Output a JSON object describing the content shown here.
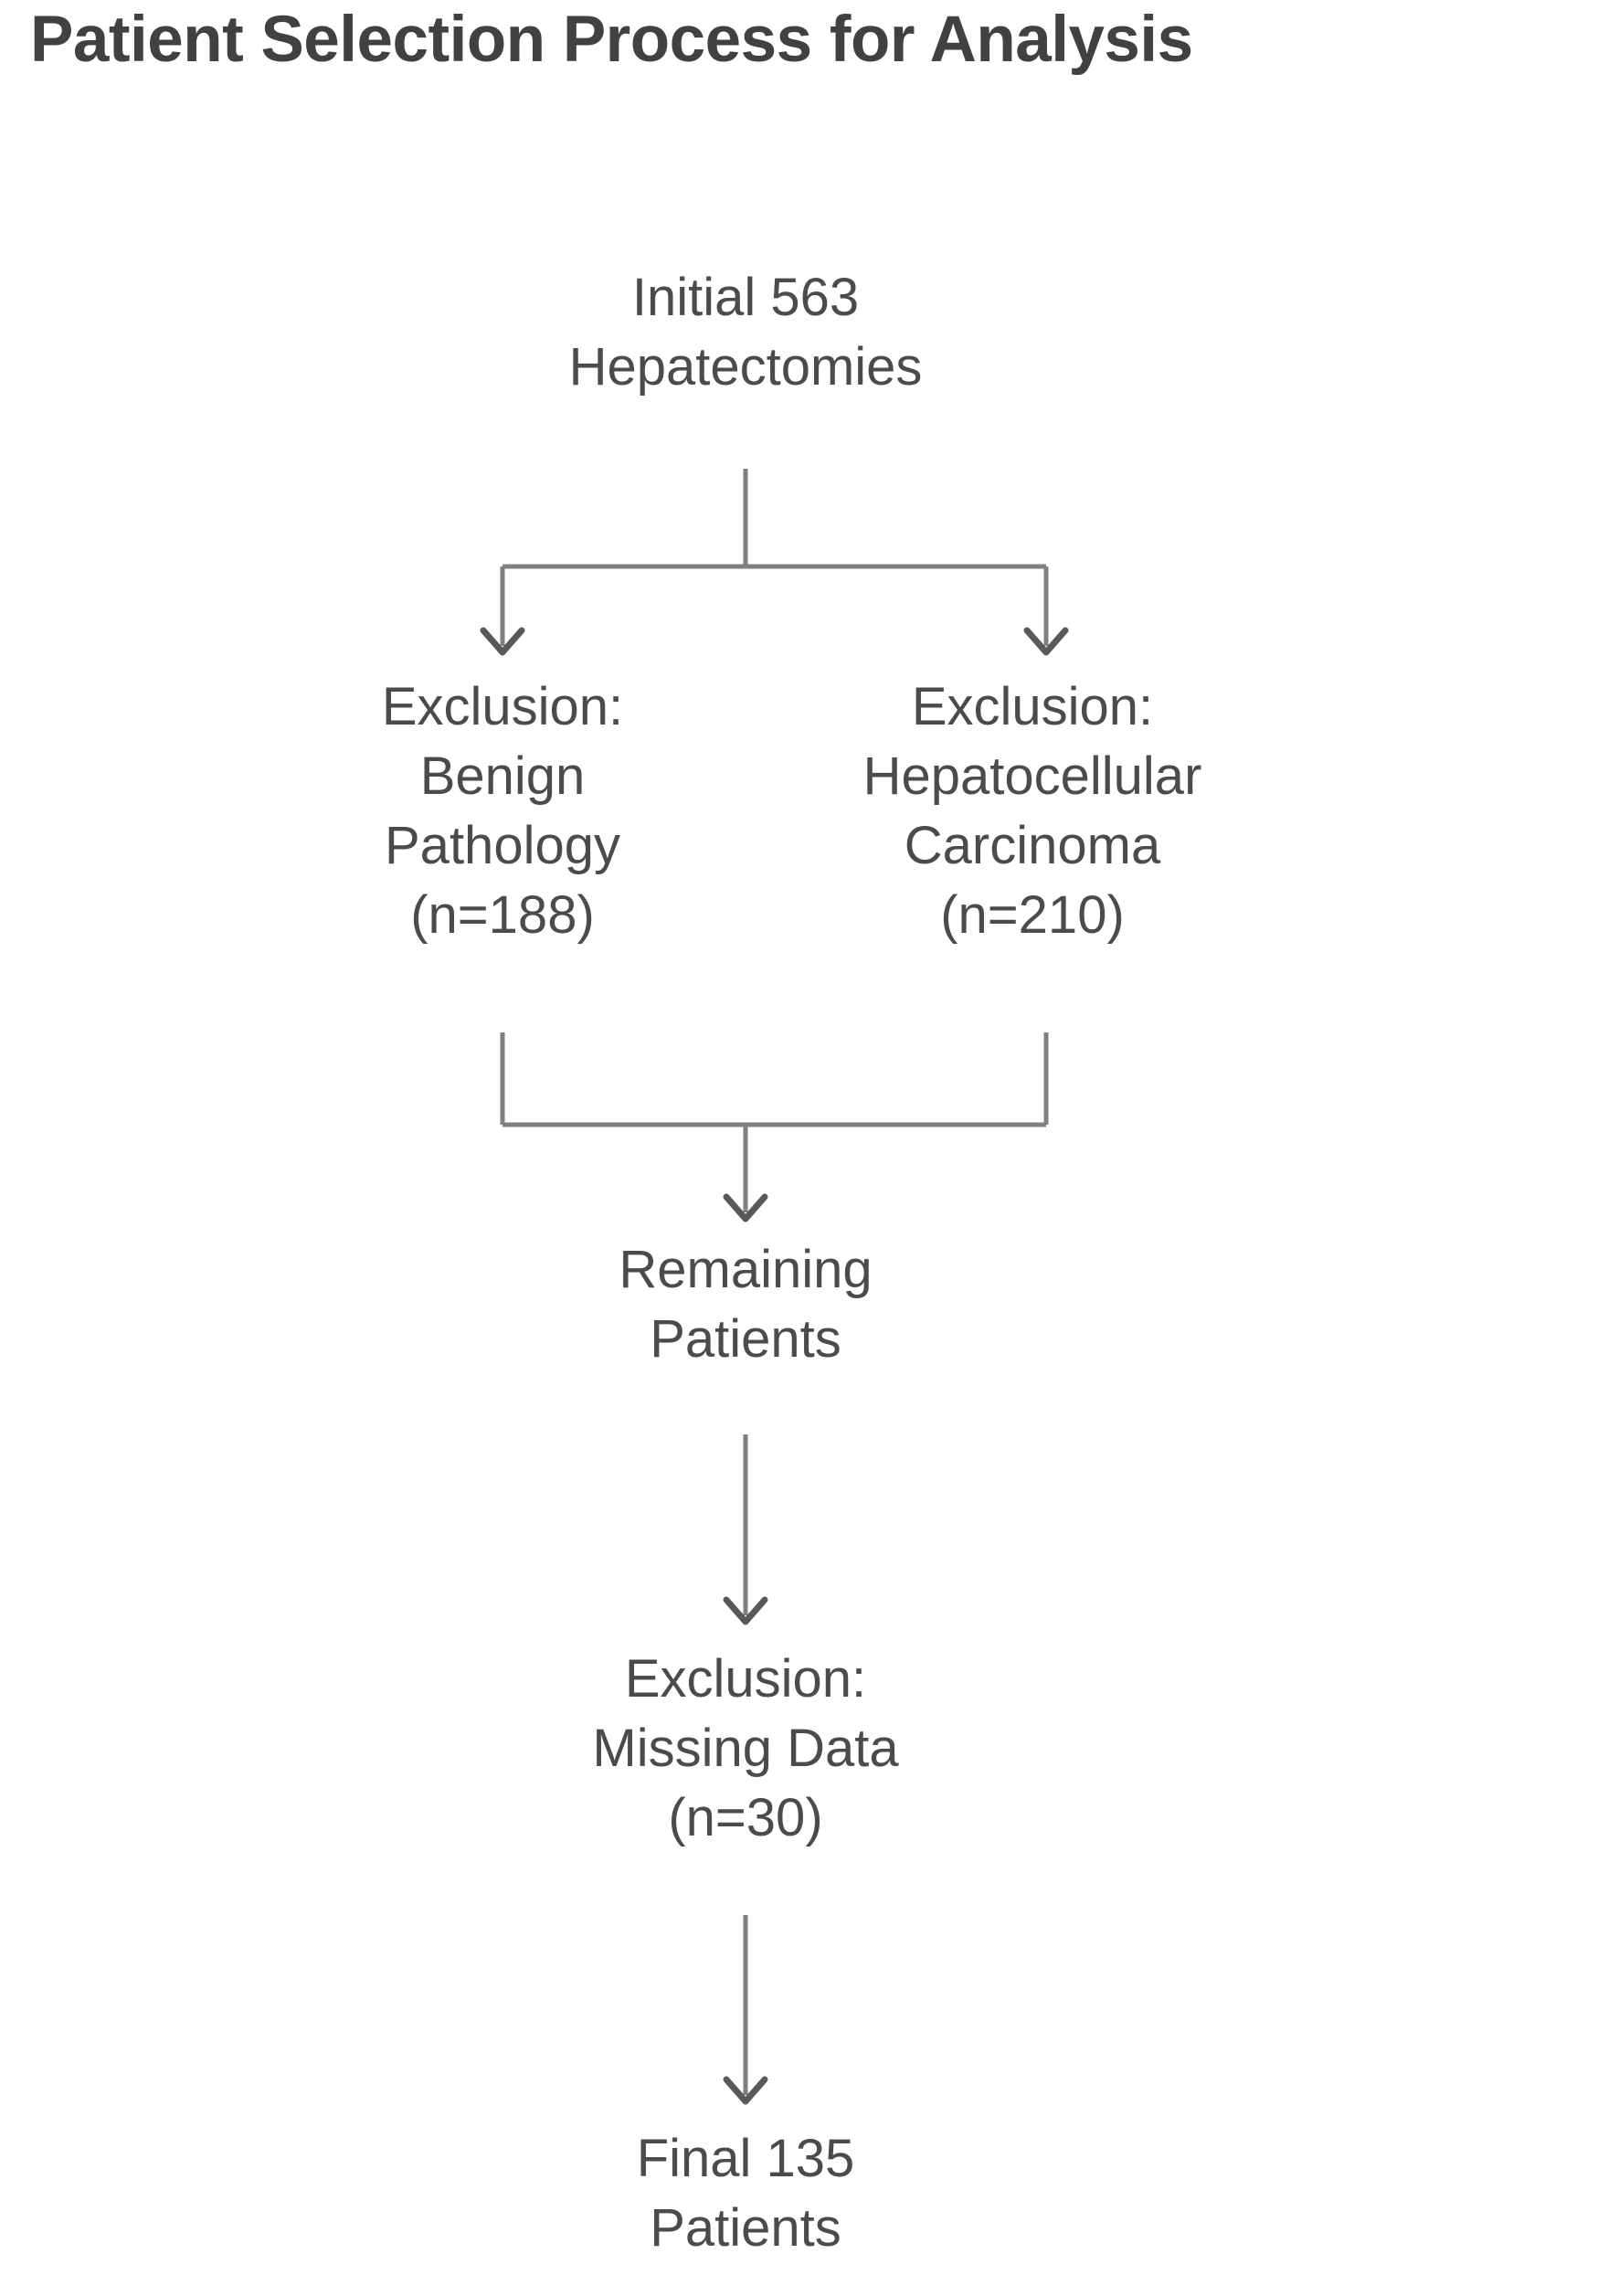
{
  "title": "Patient Selection Process for Analysis",
  "chart_data": {
    "type": "diagram",
    "diagram_kind": "flowchart",
    "title": "Patient Selection Process for Analysis",
    "orientation": "top-to-bottom",
    "nodes": [
      {
        "id": "initial",
        "label": "Initial 563\nHepatectomies",
        "count": 563
      },
      {
        "id": "excl_benign",
        "label": "Exclusion:\nBenign\nPathology\n(n=188)",
        "count": 188
      },
      {
        "id": "excl_hcc",
        "label": "Exclusion:\nHepatocellular\nCarcinoma\n(n=210)",
        "count": 210
      },
      {
        "id": "remaining",
        "label": "Remaining\nPatients",
        "count": null
      },
      {
        "id": "excl_missing",
        "label": "Exclusion:\nMissing Data\n(n=30)",
        "count": 30
      },
      {
        "id": "final",
        "label": "Final 135\nPatients",
        "count": 135
      }
    ],
    "edges": [
      {
        "from": "initial",
        "to": "excl_benign",
        "style": "elbow-split-arrow"
      },
      {
        "from": "initial",
        "to": "excl_hcc",
        "style": "elbow-split-arrow"
      },
      {
        "from": "excl_benign",
        "to": "remaining",
        "style": "elbow-merge-arrow"
      },
      {
        "from": "excl_hcc",
        "to": "remaining",
        "style": "elbow-merge-arrow"
      },
      {
        "from": "remaining",
        "to": "excl_missing",
        "style": "straight-arrow"
      },
      {
        "from": "excl_missing",
        "to": "final",
        "style": "straight-arrow"
      }
    ],
    "colors": {
      "background": "#ffffff",
      "title_text": "#414141",
      "node_text": "#4b4b4b",
      "connector": "#808080"
    }
  }
}
